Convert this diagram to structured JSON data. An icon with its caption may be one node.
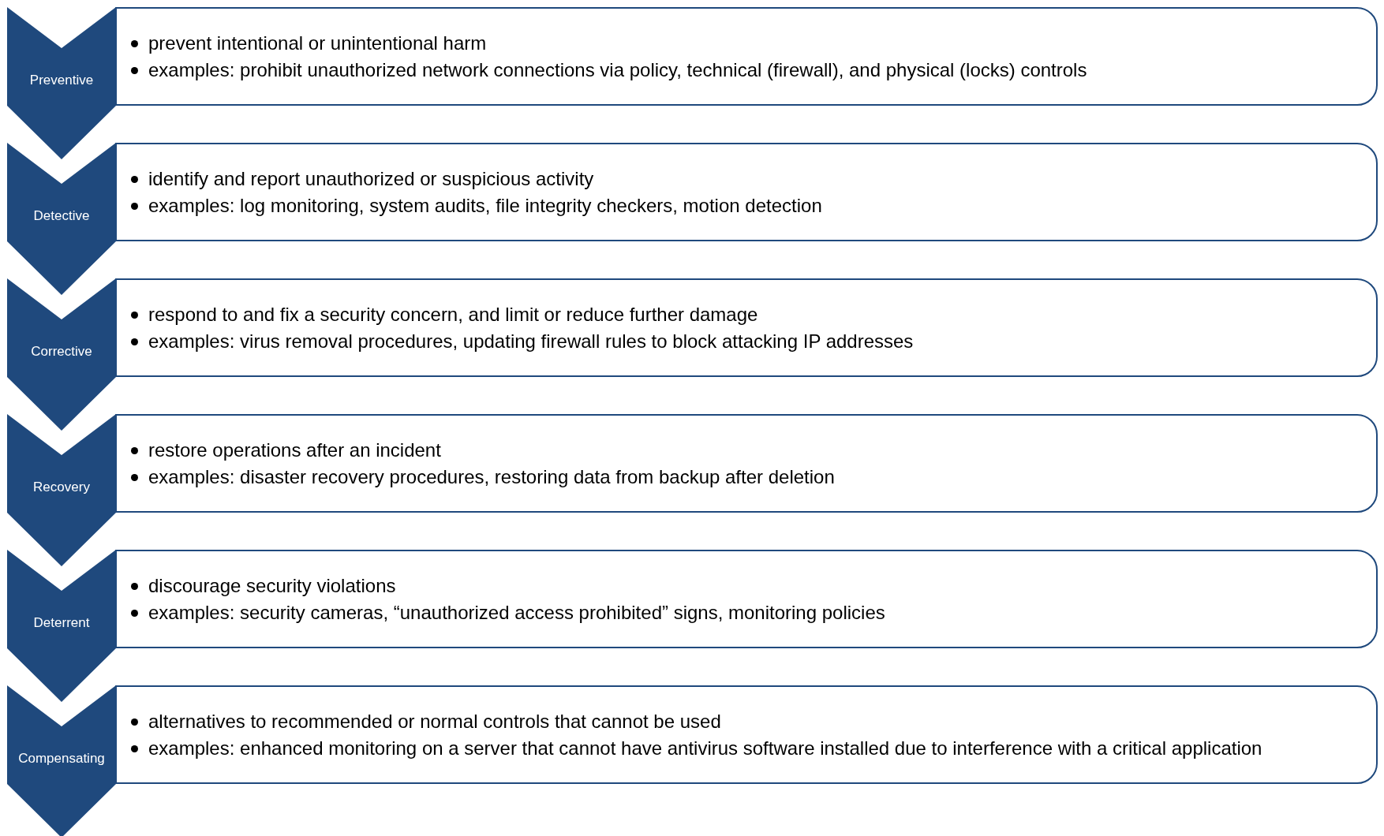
{
  "diagram": {
    "nodes": [
      {
        "text": [
          "Preventive"
        ]
      },
      {
        "text": [
          "prevent intentional or unintentional harm",
          "examples: prohibit unauthorized network connections via policy, technical (firewall), and physical (locks) controls"
        ]
      },
      {
        "text": [
          "Detective"
        ]
      },
      {
        "text": [
          "identify and report unauthorized or suspicious activity",
          "examples: log monitoring, system audits, file integrity checkers, motion detection"
        ]
      },
      {
        "text": [
          "Corrective"
        ]
      },
      {
        "text": [
          "respond to and fix a security concern, and limit or reduce further damage",
          "examples: virus removal procedures, updating firewall rules to block attacking IP addresses"
        ]
      },
      {
        "text": [
          "Recovery"
        ]
      },
      {
        "text": [
          "restore operations after an incident",
          "examples: disaster recovery procedures, restoring data from backup after deletion"
        ]
      },
      {
        "text": [
          "Deterrent"
        ]
      },
      {
        "text": [
          "discourage security violations",
          "examples: security cameras, “unauthorized access prohibited” signs, monitoring policies"
        ]
      },
      {
        "text": [
          "Compensating"
        ]
      },
      {
        "text": [
          "alternatives to recommended or normal controls that cannot be used",
          "examples: enhanced monitoring on a server that cannot have antivirus software installed due to interference with a critical application"
        ]
      }
    ]
  }
}
